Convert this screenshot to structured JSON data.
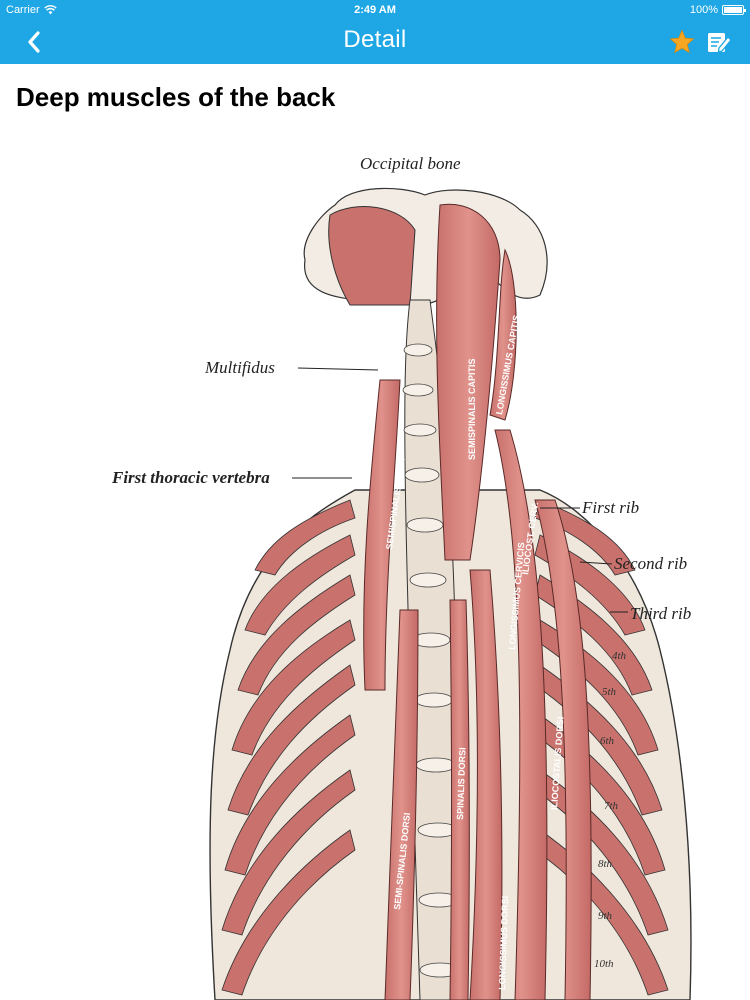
{
  "status_bar": {
    "carrier": "Carrier",
    "time": "2:49 AM",
    "battery": "100%"
  },
  "nav": {
    "title": "Detail",
    "back_icon": "chevron-left-icon",
    "favorite_icon": "star-icon",
    "note_icon": "edit-note-icon",
    "bar_color": "#1ea7e4",
    "star_color": "#f5a623"
  },
  "article": {
    "title": "Deep muscles of the back"
  },
  "figure": {
    "labels": {
      "occipital": "Occipital bone",
      "multifidus": "Multifidus",
      "first_thoracic": "First thoracic vertebra",
      "first_rib": "First rib",
      "second_rib": "Second rib",
      "third_rib": "Third rib",
      "r4": "4th",
      "r5": "5th",
      "r6": "6th",
      "r7": "7th",
      "r8": "8th",
      "r9": "9th",
      "r10": "10th"
    },
    "muscle_labels": {
      "semispinalis_capitis": "SEMISPINALIS CAPITIS",
      "longissimus_capitis": "LONGISSIMUS CAPITIS",
      "semispinalis_cerv": "SEMISPINALIS CERV.",
      "longissimus_cerv": "LONGISSIMUS CERVICIS",
      "iliocost_cerv": "ILIOCOST. CERV.",
      "spinalis_dorsi": "SPINALIS DORSI",
      "longissimus_dorsi": "LONGISSIMUS DORSI",
      "iliocostalis_dorsi": "ILIOCOSTALIS DORSI",
      "semi_spinalis_dorsi": "SEMI-SPINALIS DORSI"
    }
  }
}
